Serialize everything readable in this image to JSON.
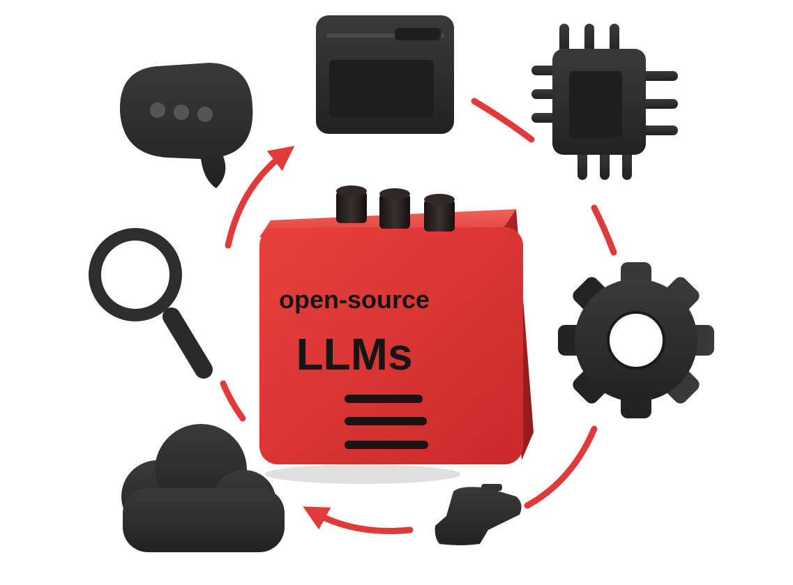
{
  "center": {
    "line1": "open-source",
    "line2": "LLMs"
  },
  "nodes": [
    {
      "id": "chat",
      "icon": "chat-bubble-icon"
    },
    {
      "id": "window",
      "icon": "browser-window-icon"
    },
    {
      "id": "chip",
      "icon": "cpu-chip-icon"
    },
    {
      "id": "gear",
      "icon": "gear-icon"
    },
    {
      "id": "plug",
      "icon": "plug-icon"
    },
    {
      "id": "cloud",
      "icon": "cloud-icon"
    },
    {
      "id": "search",
      "icon": "magnifier-icon"
    }
  ],
  "colors": {
    "accent": "#e03a3a",
    "cube": "#dd3433",
    "icon": "#2b2b2b",
    "background": "#ffffff"
  }
}
